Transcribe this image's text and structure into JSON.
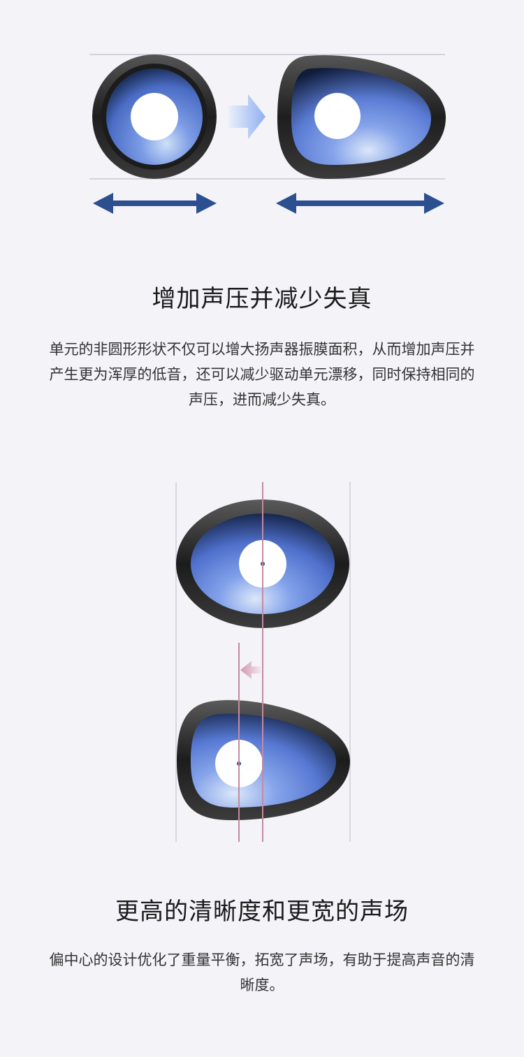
{
  "section1": {
    "heading": "增加声压并减少失真",
    "body": "单元的非圆形形状不仅可以增大扬声器振膜面积，从而增加声压并产生更为浑厚的低音，还可以减少驱动单元漂移，同时保持相同的声压，进而减少失真。"
  },
  "section2": {
    "heading": "更高的清晰度和更宽的声场",
    "body": "偏中心的设计优化了重量平衡，拓宽了声场，有助于提高声音的清晰度。"
  },
  "colors": {
    "background": "#f3f3f8",
    "arrow_blue": "#2b4f8f",
    "diaphragm_blue": "#7b9be6",
    "guide_pink": "#c58aa0"
  }
}
